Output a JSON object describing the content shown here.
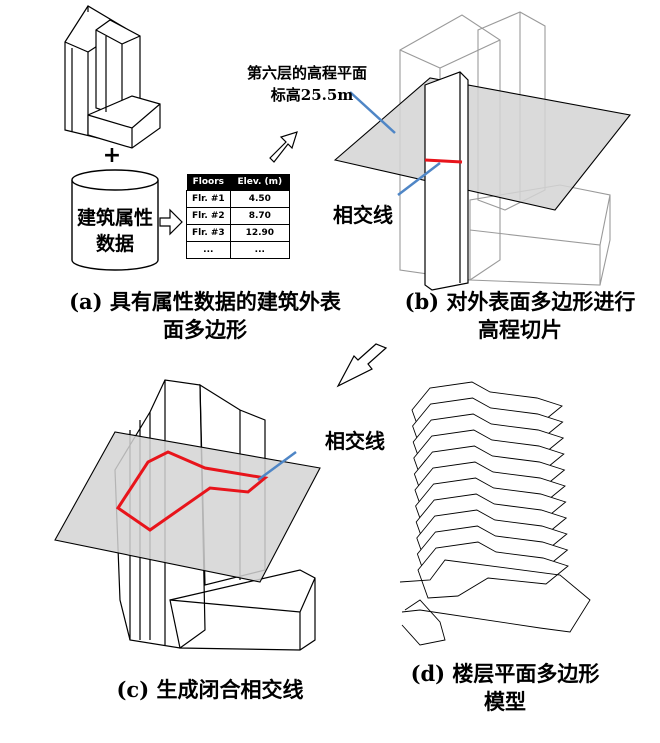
{
  "panel_a": {
    "cylinder_line1": "建筑属性",
    "cylinder_line2": "数据",
    "plus": "+",
    "table": {
      "headers": [
        "Floors",
        "Elev. (m)"
      ],
      "rows": [
        [
          "Flr. #1",
          "4.50"
        ],
        [
          "Flr. #2",
          "8.70"
        ],
        [
          "Flr. #3",
          "12.90"
        ],
        [
          "...",
          "..."
        ]
      ]
    },
    "caption_line1": "(a) 具有属性数据的建筑外表",
    "caption_line2": "面多边形"
  },
  "panel_b": {
    "plane_label_line1": "第六层的高程平面",
    "plane_label_line2": "标高25.5m",
    "intersection_label": "相交线",
    "caption_line1": "(b) 对外表面多边形进行",
    "caption_line2": "高程切片"
  },
  "panel_c": {
    "intersection_label": "相交线",
    "caption": "(c) 生成闭合相交线"
  },
  "panel_d": {
    "caption_line1": "(d) 楼层平面多边形",
    "caption_line2": "模型"
  },
  "colors": {
    "intersection": "#e8141b",
    "leader": "#4f86c6",
    "plane_fill": "#d4d4d4",
    "outline": "#000000",
    "gray_outline": "#9a9a9a"
  }
}
